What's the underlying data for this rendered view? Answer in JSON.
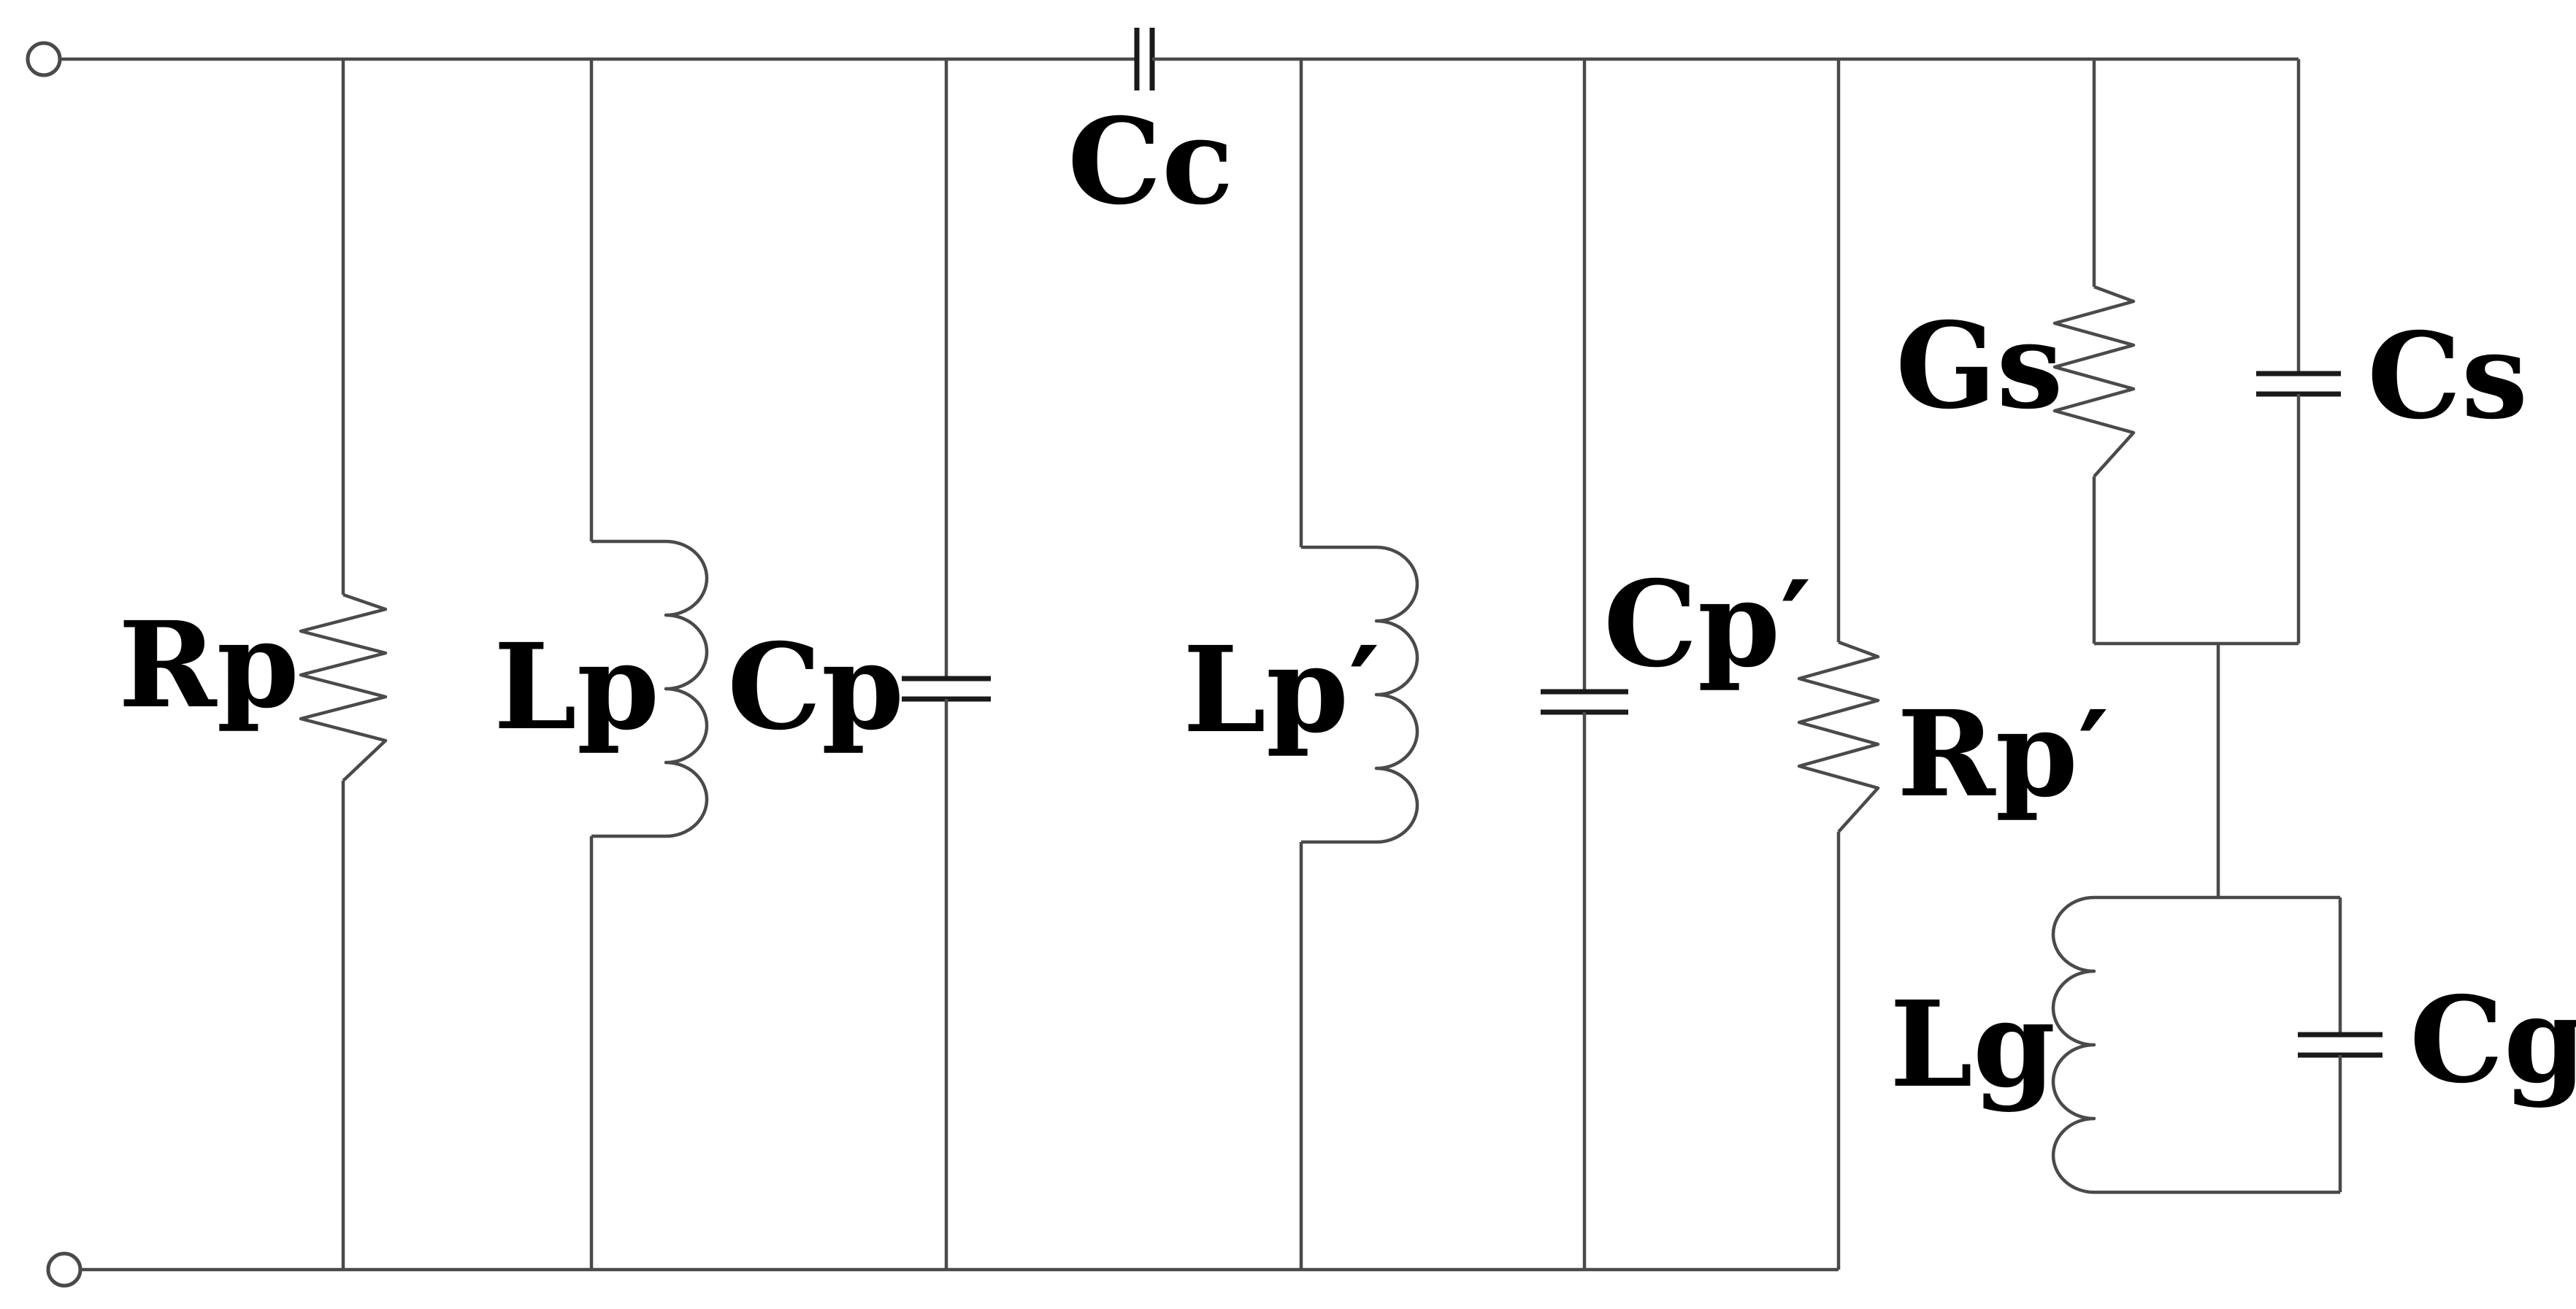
{
  "circuit": {
    "components": {
      "cc": "Cc",
      "rp": "Rp",
      "lp": "Lp",
      "cp": "Cp",
      "lp_prime": "Lp′",
      "cp_prime": "Cp′",
      "rp_prime": "Rp′",
      "gs": "Gs",
      "cs": "Cs",
      "lg": "Lg",
      "cg": "Cg"
    }
  }
}
